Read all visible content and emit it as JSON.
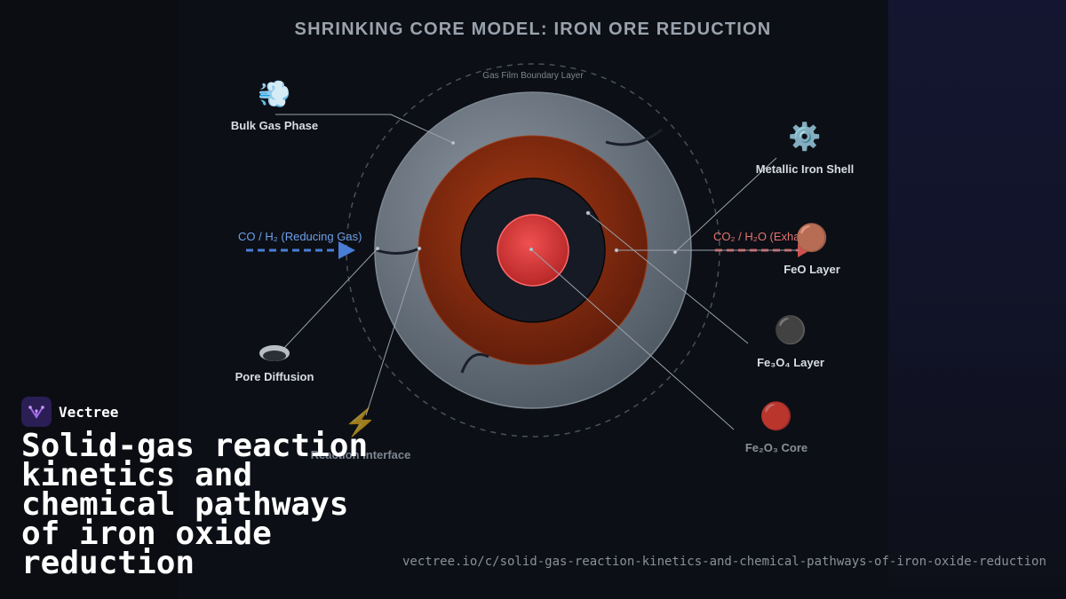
{
  "diagram": {
    "title": "SHRINKING CORE MODEL: IRON ORE REDUCTION",
    "boundary_label": "Gas Film Boundary Layer",
    "reducing_gas_label": "CO / H₂ (Reducing Gas)",
    "exhaust_label": "CO₂ / H₂O (Exha",
    "components": {
      "bulk_gas": {
        "label": "Bulk Gas Phase",
        "icon": "💨"
      },
      "pore_diffusion": {
        "label": "Pore Diffusion",
        "icon": "disc"
      },
      "reaction_interface": {
        "label": "Reaction Interface",
        "icon": "⚡"
      },
      "metallic_iron": {
        "label": "Metallic Iron Shell",
        "icon": "⚙️"
      },
      "feo_layer": {
        "label": "FeO Layer",
        "icon": "🟤"
      },
      "fe3o4_layer": {
        "label": "Fe₃O₄ Layer",
        "icon": "⚫"
      },
      "fe2o3_core": {
        "label": "Fe₂O₃ Core",
        "icon": "🔴"
      }
    },
    "colors": {
      "metallic_iron": "#6b7580",
      "feo": "#8a2a10",
      "fe3o4": "#161b26",
      "fe2o3": "#d63a3a",
      "reducing_gas": "#4a7dd6",
      "exhaust": "#d05050"
    }
  },
  "brand": {
    "name": "Vectree"
  },
  "headline": "Solid-gas reaction kinetics and chemical pathways of iron oxide reduction",
  "url": "vectree.io/c/solid-gas-reaction-kinetics-and-chemical-pathways-of-iron-oxide-reduction"
}
